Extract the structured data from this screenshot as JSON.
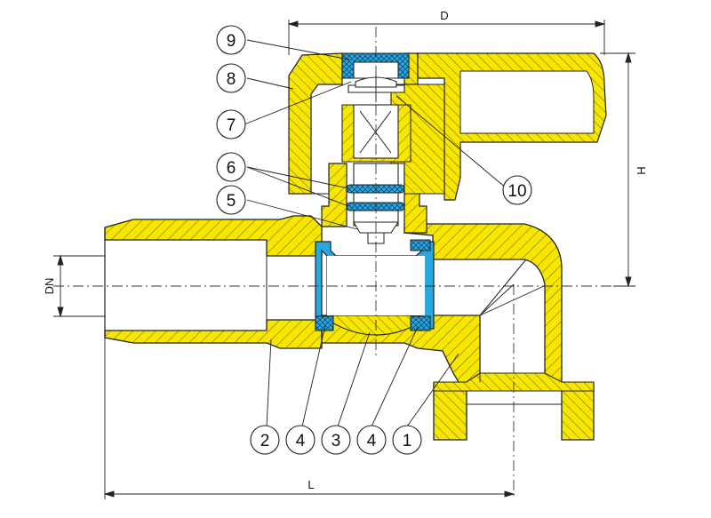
{
  "dimensions": {
    "overall_width_label": "D",
    "height_label": "H",
    "nominal_diameter_label": "DN",
    "length_label": "L"
  },
  "callouts": {
    "top_left": [
      "9",
      "8",
      "7",
      "6",
      "5"
    ],
    "right": "10",
    "bottom": [
      "2",
      "4",
      "3",
      "4",
      "1"
    ]
  },
  "colors": {
    "body_brass": "#f7e600",
    "hatch": "#6b5e00",
    "seal_blue": "#29a8e0",
    "outline": "#222222",
    "bore_background": "#ffffff"
  }
}
